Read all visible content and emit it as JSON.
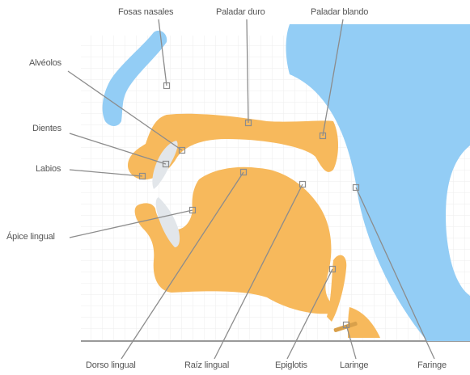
{
  "labels": {
    "fosas_nasales": "Fosas nasales",
    "paladar_duro": "Paladar duro",
    "paladar_blando": "Paladar blando",
    "alveolos": "Alvéolos",
    "dientes": "Dientes",
    "labios": "Labios",
    "apice_lingual": "Ápice lingual",
    "dorso_lingual": "Dorso lingual",
    "raiz_lingual": "Raíz lingual",
    "epiglotis": "Epiglotis",
    "laringe": "Laringe",
    "faringe": "Faringe"
  },
  "colors": {
    "tissue": "#F7B95C",
    "air": "#93CDF5",
    "tooth": "#E2E6EA",
    "leader": "#8c8c8c"
  }
}
